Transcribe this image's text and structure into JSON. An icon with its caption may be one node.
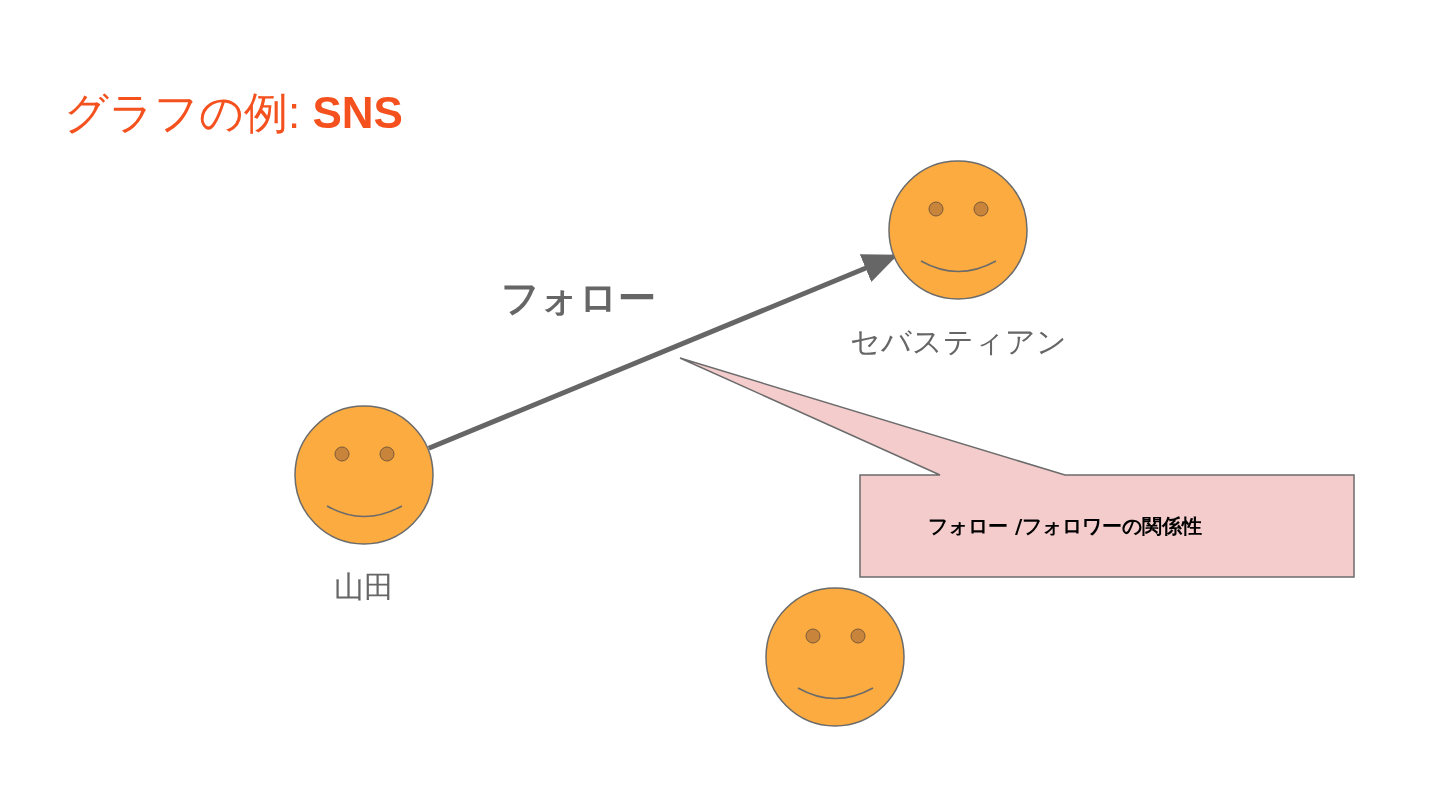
{
  "diagram": {
    "title": "グラフの例: **SNS**",
    "nodes": [
      {
        "text": [
          "山田"
        ]
      },
      {
        "text": [
          "セバスティアン"
        ]
      },
      {
        "text": [
          "フォロー /フォロワーの関係性"
        ]
      },
      {
        "text": [],
        "shape": "circle"
      }
    ],
    "edges": [
      {
        "from": 0,
        "to": 1,
        "arrow": "to",
        "label": "フォロー"
      }
    ]
  }
}
